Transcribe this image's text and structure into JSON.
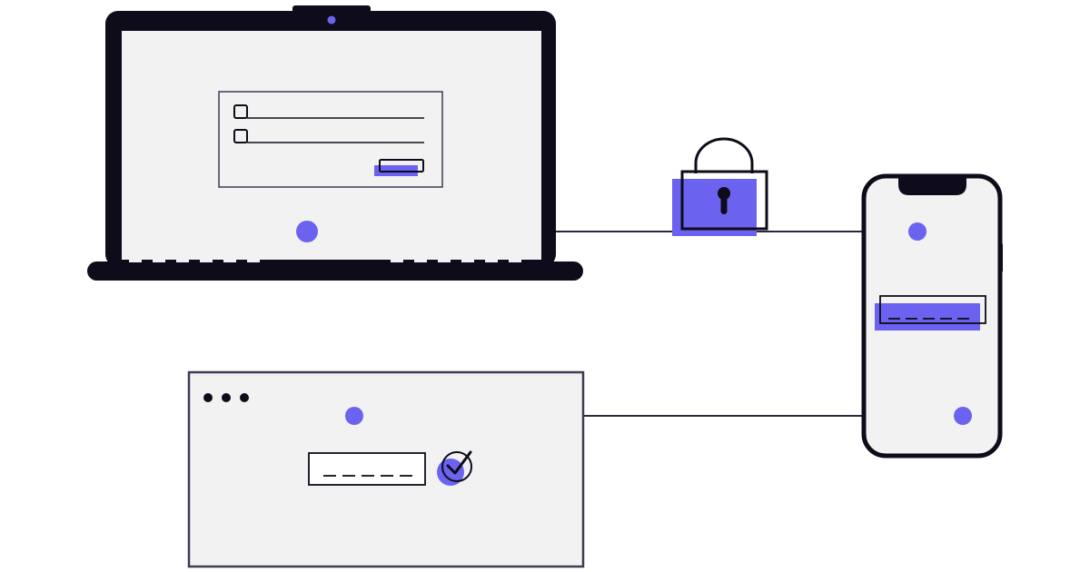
{
  "colors": {
    "background": "#ffffff",
    "screen": "#f2f2f3",
    "dark": "#0e0c1a",
    "line": "#2a2838",
    "accent": "#6b63f0",
    "window_border": "#3e3b55"
  },
  "illustration": {
    "devices": [
      "laptop",
      "smartphone",
      "browser-window"
    ],
    "icons": [
      "padlock-icon",
      "keyhole-icon",
      "checkmark-icon",
      "camera-dot-icon"
    ],
    "laptop_form": {
      "checkbox_count": 2,
      "has_submit_button": true
    },
    "phone_code_field": {
      "masked_characters": 5
    },
    "browser_code_field": {
      "masked_characters": 5,
      "verified": true
    },
    "window_controls": 3
  }
}
